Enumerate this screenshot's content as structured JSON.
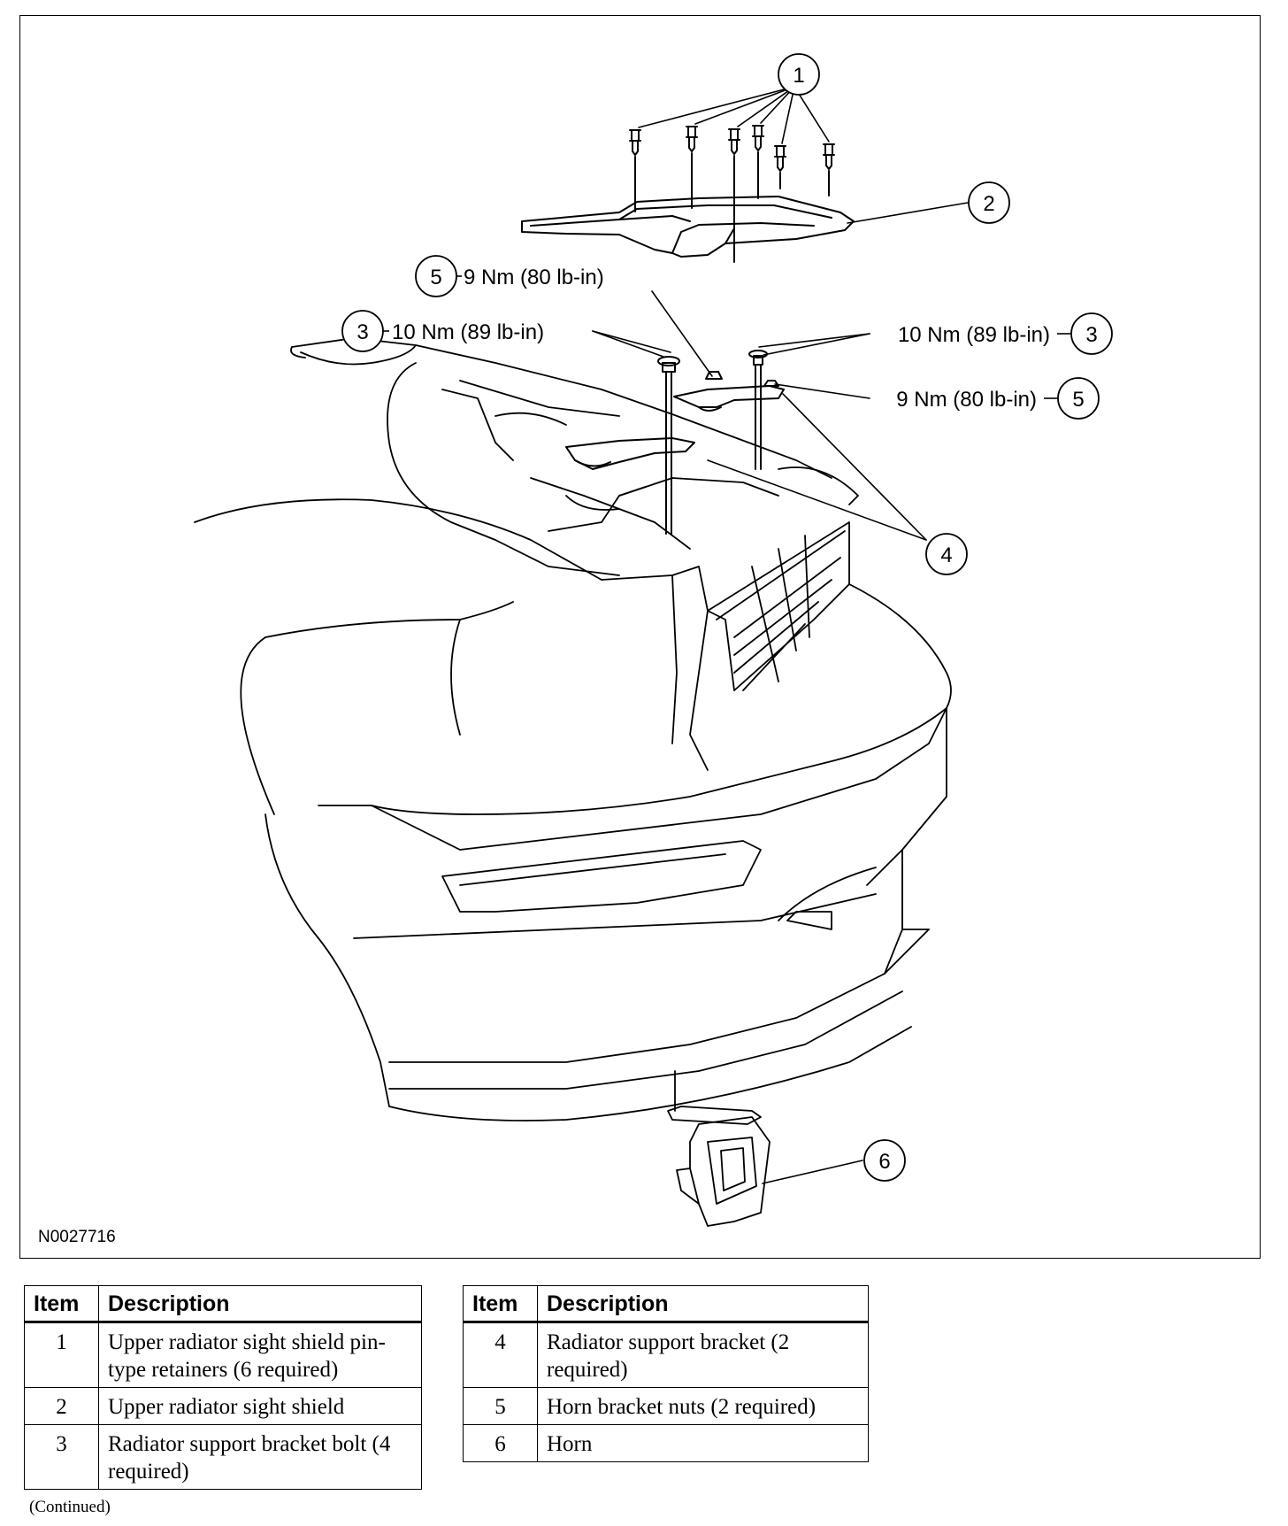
{
  "figure": {
    "id": "N0027716",
    "callouts": [
      {
        "number": "1"
      },
      {
        "number": "2"
      },
      {
        "number": "3",
        "torque": "10 Nm (89 lb-in)"
      },
      {
        "number": "3",
        "torque": "10 Nm (89 lb-in)"
      },
      {
        "number": "4"
      },
      {
        "number": "5",
        "torque": "9 Nm (80 lb-in)"
      },
      {
        "number": "5",
        "torque": "9 Nm (80 lb-in)"
      },
      {
        "number": "6"
      }
    ]
  },
  "legend": {
    "header_item": "Item",
    "header_description": "Description",
    "left_rows": [
      {
        "item": "1",
        "description": "Upper radiator sight shield pin-type retainers (6 required)"
      },
      {
        "item": "2",
        "description": "Upper radiator sight shield"
      },
      {
        "item": "3",
        "description": "Radiator support bracket bolt (4 required)"
      }
    ],
    "right_rows": [
      {
        "item": "4",
        "description": "Radiator support bracket (2 required)"
      },
      {
        "item": "5",
        "description": "Horn bracket nuts (2 required)"
      },
      {
        "item": "6",
        "description": "Horn"
      }
    ]
  },
  "footer": {
    "note": "(Continued)"
  }
}
